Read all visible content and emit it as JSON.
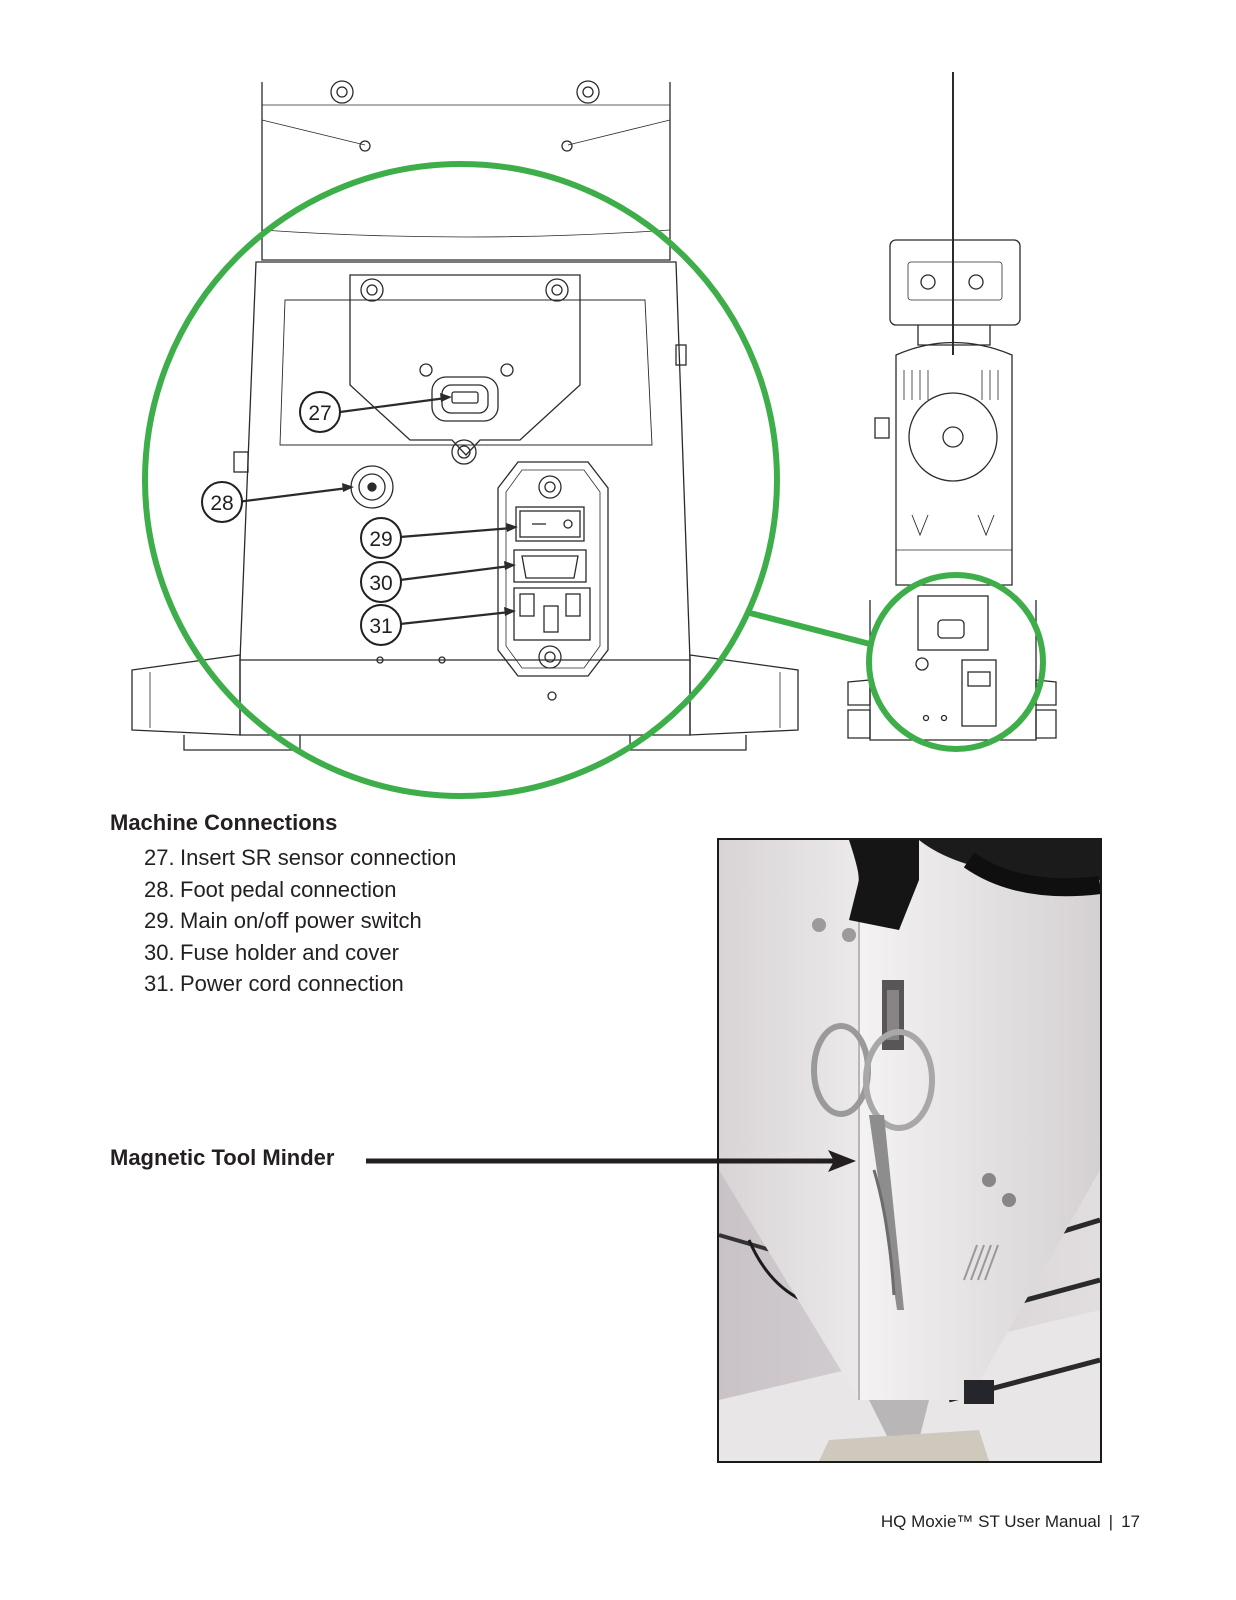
{
  "callouts": [
    "27",
    "28",
    "29",
    "30",
    "31"
  ],
  "connections": {
    "heading": "Machine Connections",
    "items": [
      {
        "number": "27.",
        "text": "Insert SR sensor connection"
      },
      {
        "number": "28.",
        "text": "Foot pedal connection"
      },
      {
        "number": "29.",
        "text": "Main on/off power switch"
      },
      {
        "number": "30.",
        "text": "Fuse holder and cover"
      },
      {
        "number": "31.",
        "text": "Power cord connection"
      }
    ]
  },
  "tool_minder": {
    "label": "Magnetic Tool Minder"
  },
  "footer": {
    "manual": "HQ Moxie™ ST User Manual",
    "separator": "|",
    "page": "17"
  },
  "colors": {
    "highlight_green": "#3dae49",
    "line_art": "#2b2b2b",
    "text": "#231f20"
  }
}
